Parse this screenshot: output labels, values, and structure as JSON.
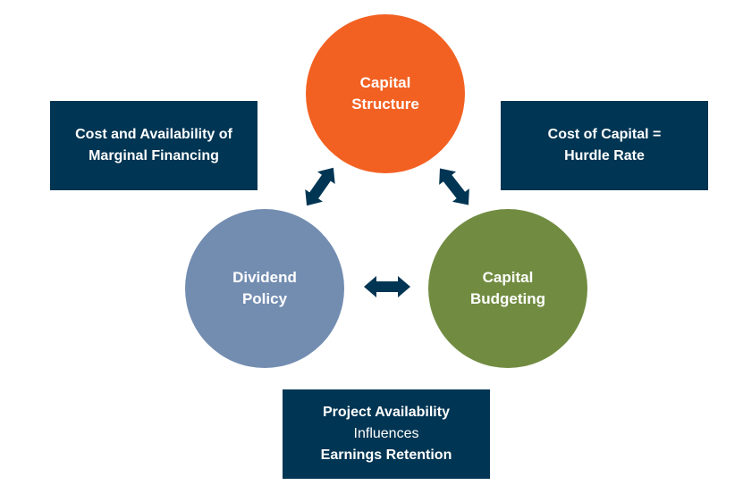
{
  "circles": {
    "capital_structure": {
      "line1": "Capital",
      "line2": "Structure",
      "color": "#F26122"
    },
    "dividend_policy": {
      "line1": "Dividend",
      "line2": "Policy",
      "color": "#738DB1"
    },
    "capital_budgeting": {
      "line1": "Capital",
      "line2": "Budgeting",
      "color": "#718C41"
    }
  },
  "boxes": {
    "marginal_financing": {
      "line1": "Cost and Availability of",
      "line2": "Marginal Financing"
    },
    "hurdle_rate": {
      "line1": "Cost of Capital =",
      "line2": "Hurdle Rate"
    },
    "earnings_retention": {
      "line1": "Project Availability",
      "line2": "Influences",
      "line3": "Earnings Retention"
    }
  },
  "colors": {
    "box": "#003553",
    "arrow": "#003553"
  }
}
